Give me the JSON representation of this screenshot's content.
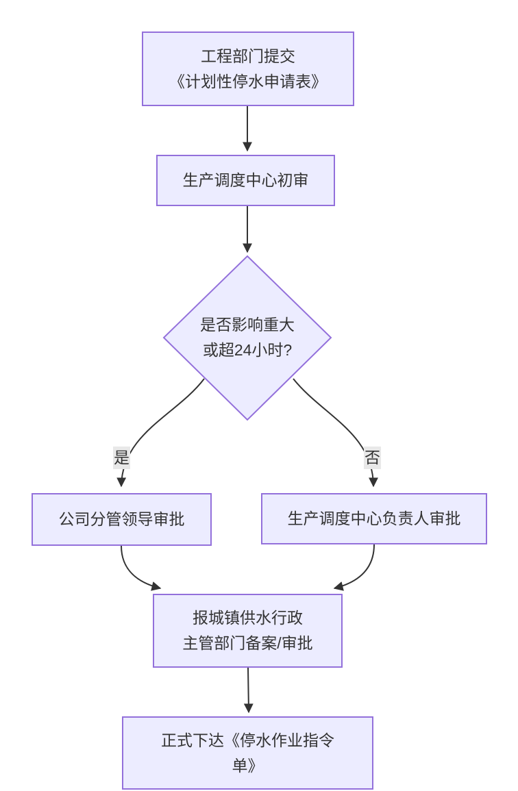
{
  "diagram": {
    "type": "flowchart",
    "direction": "top-down",
    "colors": {
      "canvas_bg": "#ffffff",
      "node_fill": "#ECECFF",
      "node_border": "#9370DB",
      "text_color": "#333333",
      "edge_color": "#333333",
      "edge_label_bg": "#e8e8e8"
    },
    "nodes": {
      "submit": {
        "shape": "rect",
        "line1": "工程部门提交",
        "line2": "《计划性停水申请表》"
      },
      "initial_review": {
        "shape": "rect",
        "line1": "生产调度中心初审"
      },
      "decision": {
        "shape": "diamond",
        "line1": "是否影响重大",
        "line2": "或超24小时?"
      },
      "leader_approval": {
        "shape": "rect",
        "line1": "公司分管领导审批"
      },
      "center_head_approval": {
        "shape": "rect",
        "line1": "生产调度中心负责人审批"
      },
      "report_filing": {
        "shape": "rect",
        "line1": "报城镇供水行政",
        "line2": "主管部门备案/审批"
      },
      "issue_order": {
        "shape": "rect",
        "line1": "正式下达《停水作业指令",
        "line2": "单》"
      }
    },
    "edges": [
      {
        "from": "submit",
        "to": "initial_review",
        "label": ""
      },
      {
        "from": "initial_review",
        "to": "decision",
        "label": ""
      },
      {
        "from": "decision",
        "to": "leader_approval",
        "label": "是"
      },
      {
        "from": "decision",
        "to": "center_head_approval",
        "label": "否"
      },
      {
        "from": "leader_approval",
        "to": "report_filing",
        "label": ""
      },
      {
        "from": "center_head_approval",
        "to": "report_filing",
        "label": ""
      },
      {
        "from": "report_filing",
        "to": "issue_order",
        "label": ""
      }
    ]
  }
}
